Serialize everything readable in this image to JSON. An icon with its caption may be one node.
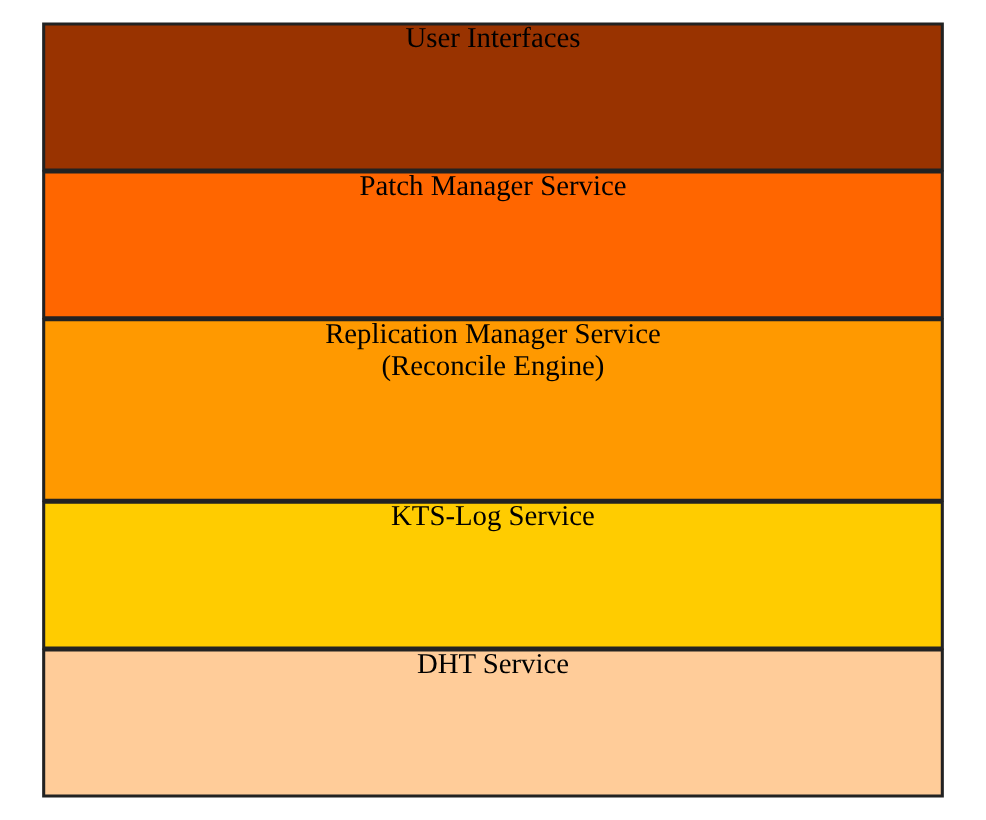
{
  "diagram": {
    "nodes": [
      {
        "text": [
          "User Interfaces"
        ]
      },
      {
        "text": [
          "Patch Manager Service"
        ]
      },
      {
        "text": [
          "Replication Manager Service",
          "(Reconcile Engine)"
        ]
      },
      {
        "text": [
          "KTS-Log Service"
        ]
      },
      {
        "text": [
          "DHT Service"
        ]
      }
    ]
  }
}
